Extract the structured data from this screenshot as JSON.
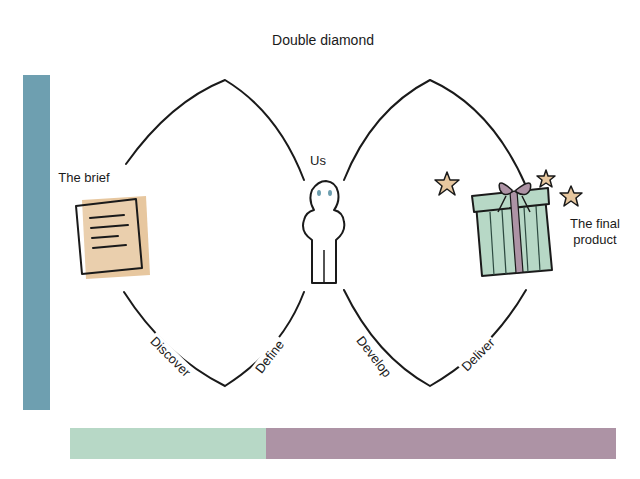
{
  "diagram": {
    "title": "Double diamond",
    "labels": [
      "The brief",
      "Us",
      "The final product",
      "Discover",
      "Define",
      "Develop",
      "Deliver"
    ]
  }
}
